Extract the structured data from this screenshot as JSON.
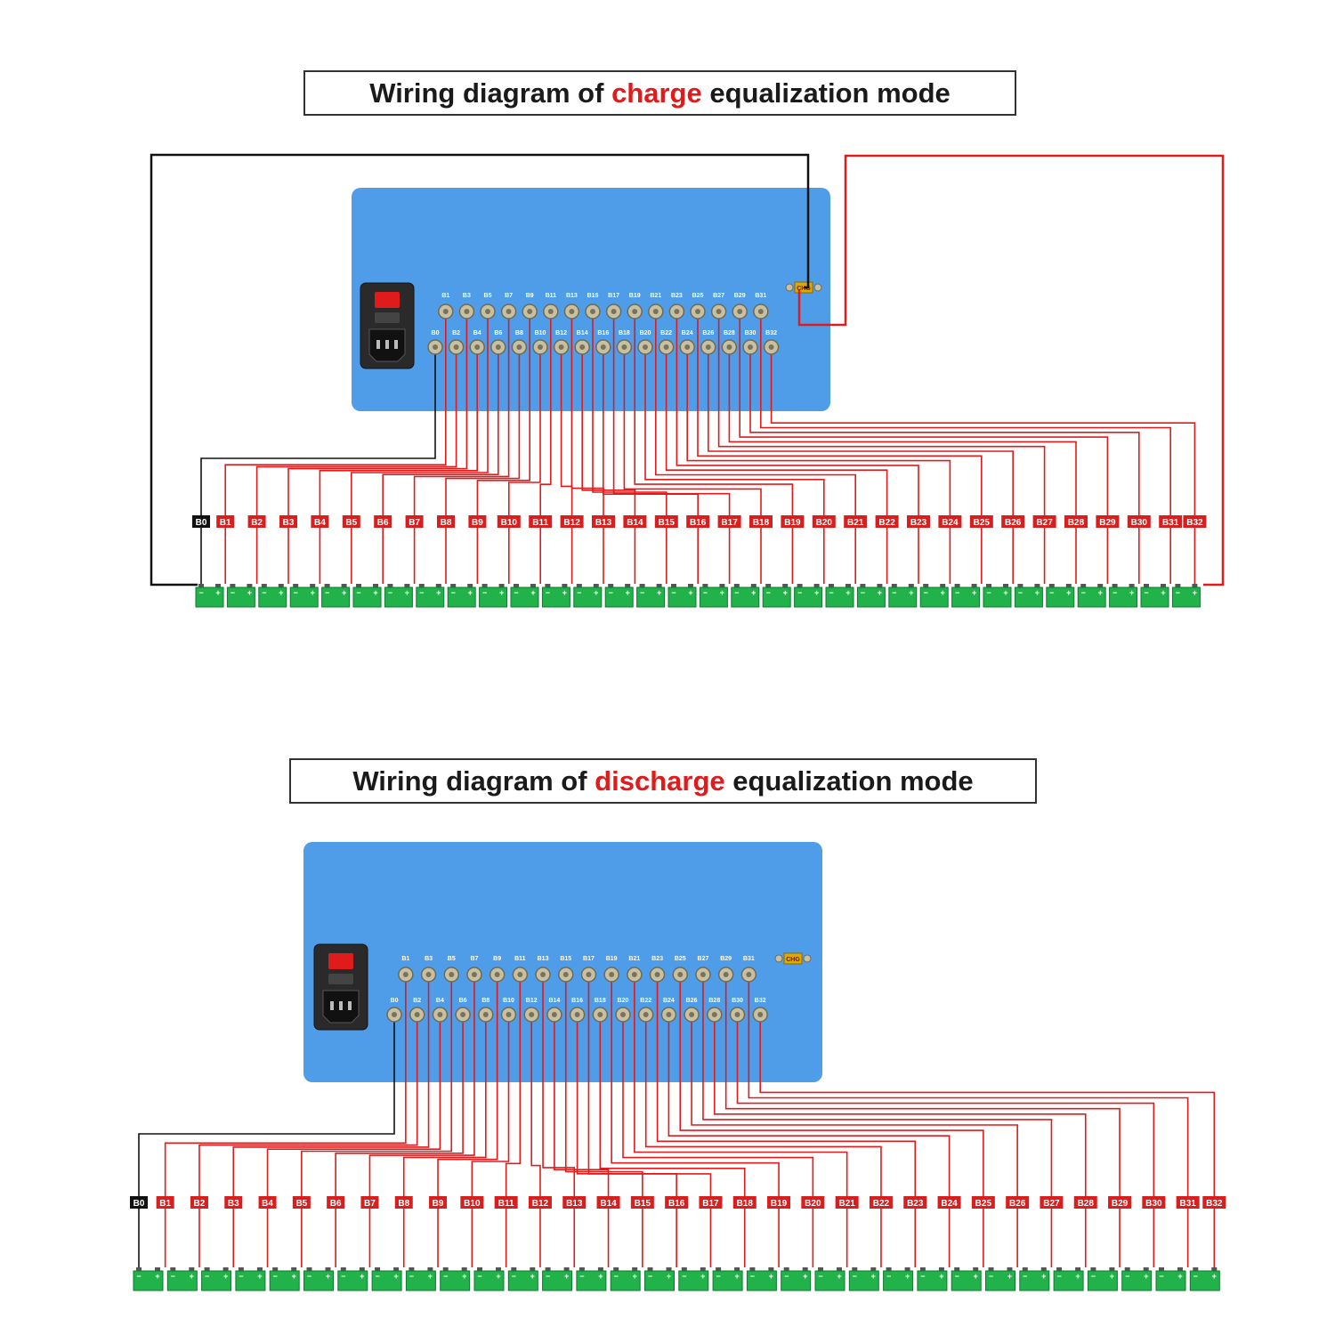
{
  "titles": [
    {
      "prefix": "Wiring diagram of ",
      "highlight": "charge",
      "suffix": " equalization mode"
    },
    {
      "prefix": "Wiring diagram of ",
      "highlight": "discharge",
      "suffix": " equalization mode"
    }
  ],
  "colors": {
    "panel": "#4f9de8",
    "wire_red": "#e01b1b",
    "wire_black": "#111111",
    "battery": "#21b24a",
    "label_red": "#d91e1e",
    "label_black": "#111111",
    "charger_badge": "#e0a800"
  },
  "channels": {
    "top_row": [
      "B1",
      "B3",
      "B5",
      "B7",
      "B9",
      "B11",
      "B13",
      "B15",
      "B17",
      "B19",
      "B21",
      "B23",
      "B25",
      "B27",
      "B29",
      "B31"
    ],
    "bottom_row": [
      "B0",
      "B2",
      "B4",
      "B6",
      "B8",
      "B10",
      "B12",
      "B14",
      "B16",
      "B18",
      "B20",
      "B22",
      "B24",
      "B26",
      "B28",
      "B30",
      "B32"
    ]
  },
  "battery_labels": [
    "B0",
    "B1",
    "B2",
    "B3",
    "B4",
    "B5",
    "B6",
    "B7",
    "B8",
    "B9",
    "B10",
    "B11",
    "B12",
    "B13",
    "B14",
    "B15",
    "B16",
    "B17",
    "B18",
    "B19",
    "B20",
    "B21",
    "B22",
    "B23",
    "B24",
    "B25",
    "B26",
    "B27",
    "B28",
    "B29",
    "B30",
    "B31",
    "B32"
  ],
  "charger_label": "CHG",
  "battery_count": 32
}
